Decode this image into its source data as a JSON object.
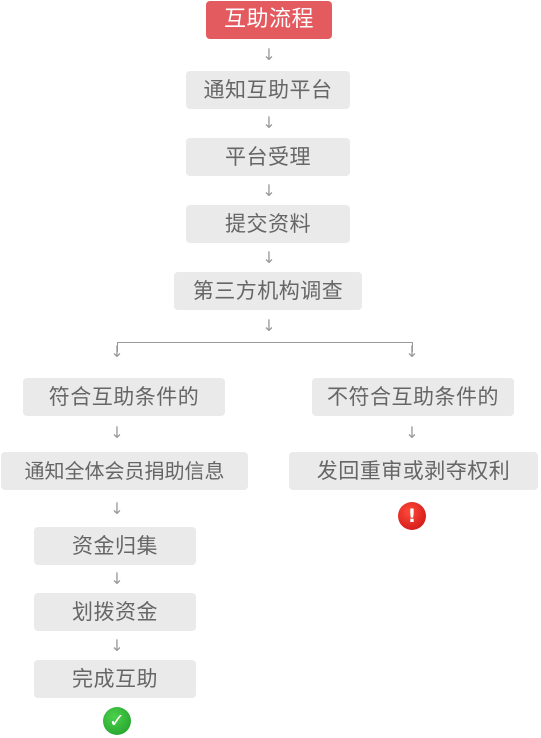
{
  "title": "互助流程",
  "steps": [
    "通知互助平台",
    "平台受理",
    "提交资料",
    "第三方机构调查"
  ],
  "branches": {
    "left": {
      "label": "符合互助条件的",
      "steps": [
        "通知全体会员捐助信息",
        "资金归集",
        "划拨资金",
        "完成互助"
      ],
      "end_icon": "check-icon",
      "end_color": "#22a52f"
    },
    "right": {
      "label": "不符合互助条件的",
      "steps": [
        "发回重审或剥夺权利"
      ],
      "end_icon": "exclamation-icon",
      "end_color": "#e01b1b"
    }
  },
  "colors": {
    "title_bg": "#e35a5f",
    "box_bg": "#eaeaea",
    "text": "#666666",
    "arrow": "#9a9a9a"
  }
}
